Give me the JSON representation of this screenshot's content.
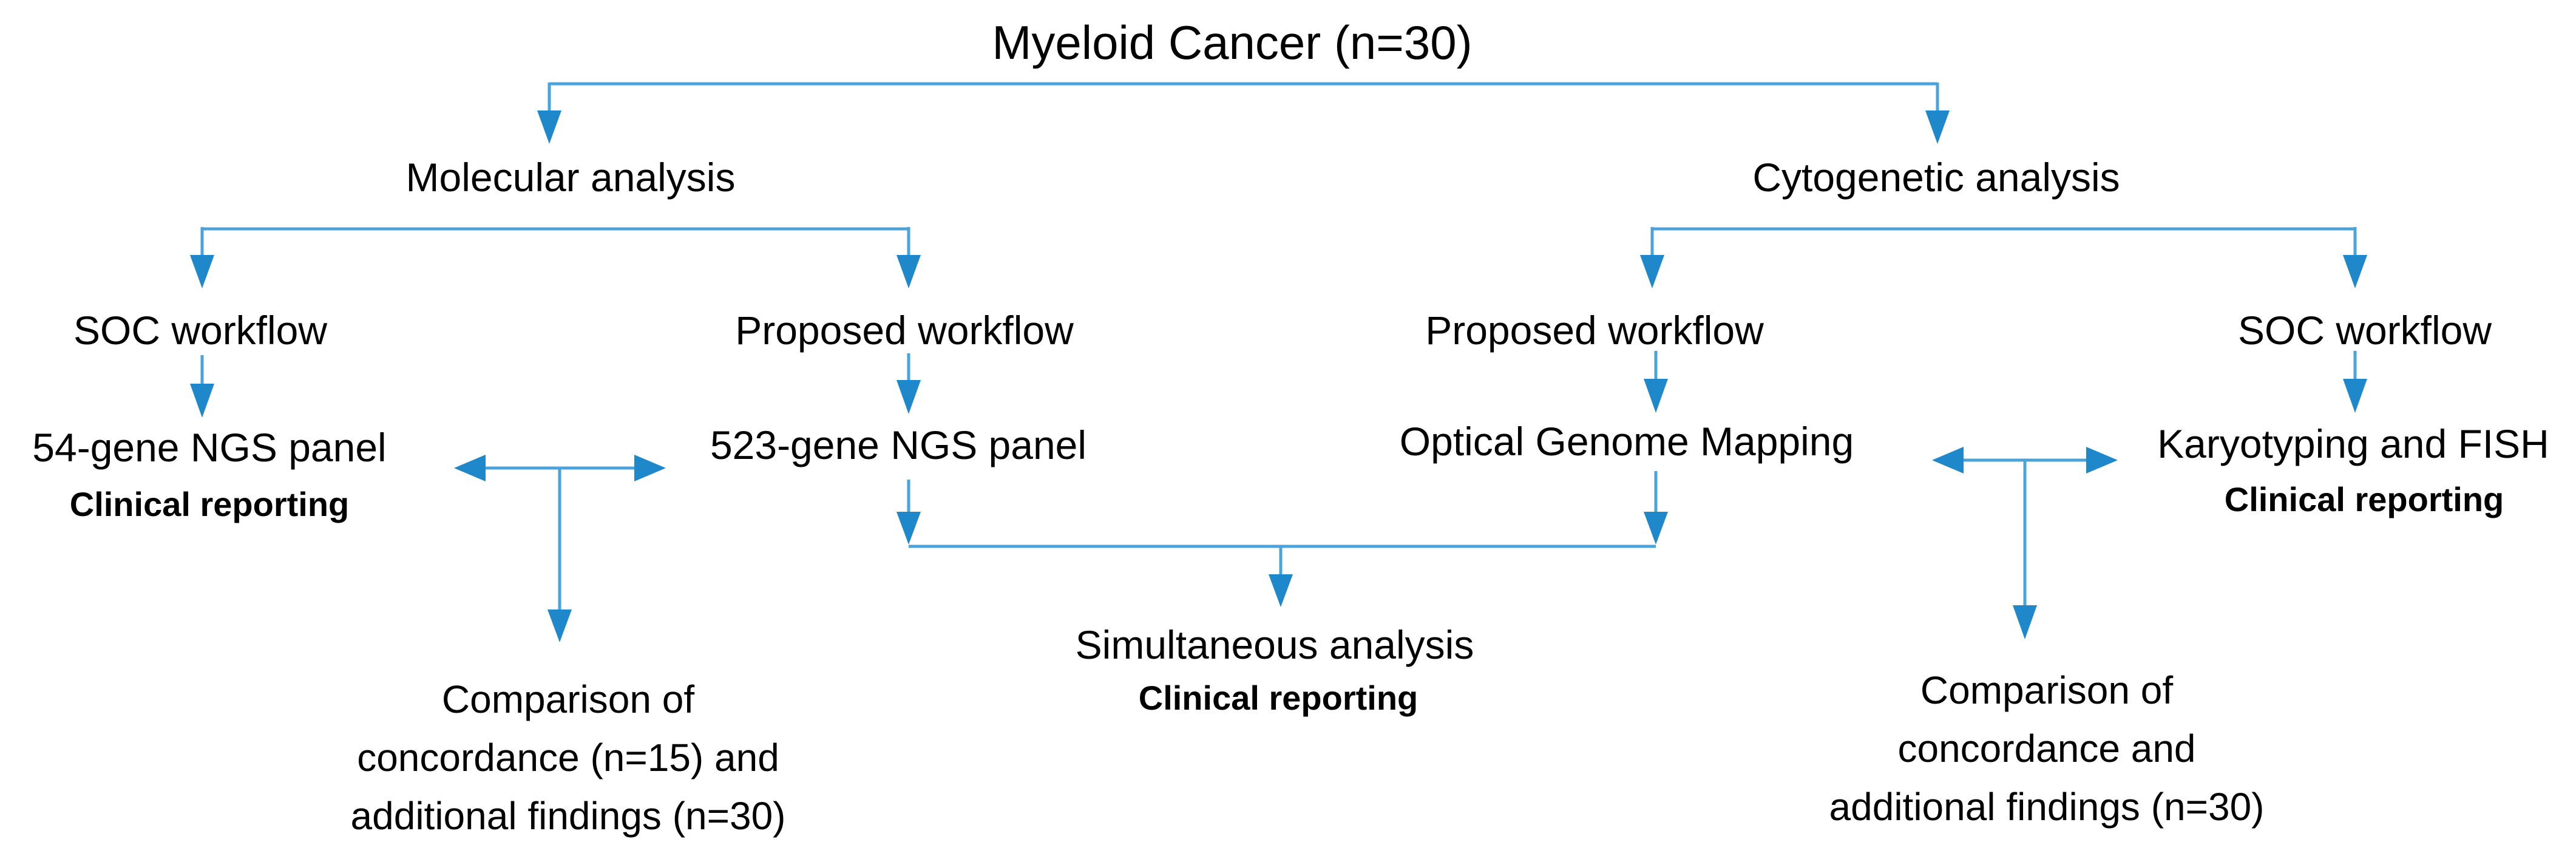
{
  "title": "Myeloid Cancer (n=30)",
  "colors": {
    "connector": "#4aa3da",
    "arrowhead": "#1e88cb",
    "text": "#000000"
  },
  "molecular": {
    "label": "Molecular analysis",
    "soc_workflow": "SOC workflow",
    "proposed_workflow": "Proposed workflow",
    "soc_test": "54-gene NGS panel",
    "soc_reporting": "Clinical reporting",
    "proposed_test": "523-gene NGS panel",
    "comparison": {
      "line1": "Comparison of",
      "line2": "concordance (n=15) and",
      "line3": "additional findings (n=30)"
    }
  },
  "cytogenetic": {
    "label": "Cytogenetic analysis",
    "proposed_workflow": "Proposed workflow",
    "soc_workflow": "SOC workflow",
    "proposed_test": "Optical Genome Mapping",
    "soc_test": "Karyotyping and FISH",
    "soc_reporting": "Clinical reporting",
    "comparison": {
      "line1": "Comparison of",
      "line2": "concordance and",
      "line3": "additional findings (n=30)"
    }
  },
  "simultaneous": {
    "label": "Simultaneous analysis",
    "reporting": "Clinical reporting"
  }
}
